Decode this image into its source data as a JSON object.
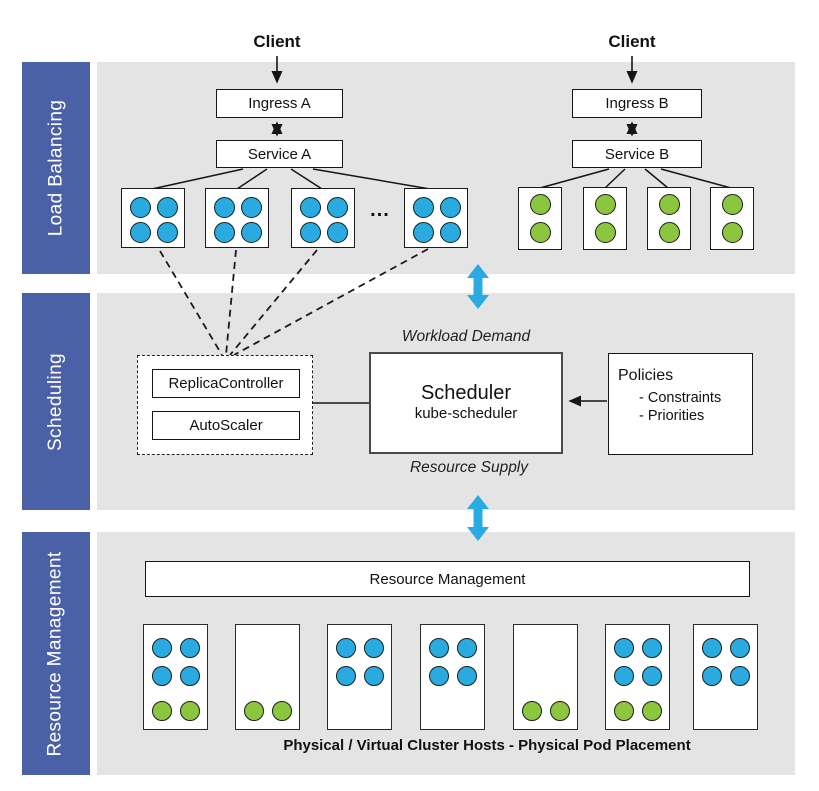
{
  "colors": {
    "pod_blue": "#29abe2",
    "pod_green": "#8cc63f",
    "sidebar_blue": "#4a61a8",
    "band_gray": "#e4e4e4",
    "flow_arrow_cyan": "#29abe2"
  },
  "load_balancing": {
    "section_label": "Load Balancing",
    "client_a": "Client",
    "ingress_a": "Ingress A",
    "service_a": "Service A",
    "ellipsis": "...",
    "pods_a": {
      "box_count": 4,
      "pods_per_box": 4,
      "color": "blue"
    },
    "client_b": "Client",
    "ingress_b": "Ingress B",
    "service_b": "Service B",
    "pods_b": {
      "box_count": 4,
      "pods_per_box": 2,
      "color": "green"
    }
  },
  "scheduling": {
    "section_label": "Scheduling",
    "workload_demand_label": "Workload Demand",
    "resource_supply_label": "Resource Supply",
    "replica_controller": "ReplicaController",
    "autoscaler": "AutoScaler",
    "scheduler_title": "Scheduler",
    "scheduler_subtitle": "kube-scheduler",
    "policies": {
      "title": "Policies",
      "items": [
        "- Constraints",
        "- Priorities"
      ]
    }
  },
  "resource_management": {
    "section_label": "Resource Management",
    "bar_label": "Resource Management",
    "caption": "Physical / Virtual Cluster Hosts - Physical Pod Placement",
    "hosts": [
      {
        "blue_pods": 4,
        "green_pods": 2
      },
      {
        "blue_pods": 0,
        "green_pods": 2
      },
      {
        "blue_pods": 4,
        "green_pods": 0
      },
      {
        "blue_pods": 4,
        "green_pods": 0
      },
      {
        "blue_pods": 0,
        "green_pods": 2
      },
      {
        "blue_pods": 4,
        "green_pods": 2
      },
      {
        "blue_pods": 4,
        "green_pods": 0
      }
    ]
  }
}
